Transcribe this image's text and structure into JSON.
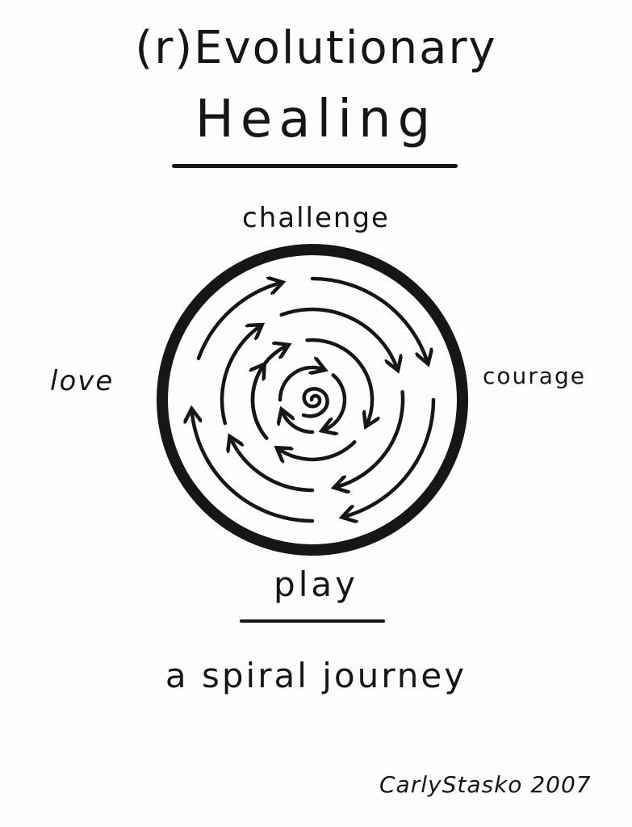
{
  "title": {
    "line1": "(r)Evolutionary",
    "line2": "Healing"
  },
  "cycle": {
    "top": "challenge",
    "right": "courage",
    "bottom": "play",
    "left": "love"
  },
  "subtitle": "a spiral journey",
  "signature": "CarlyStasko 2007"
}
